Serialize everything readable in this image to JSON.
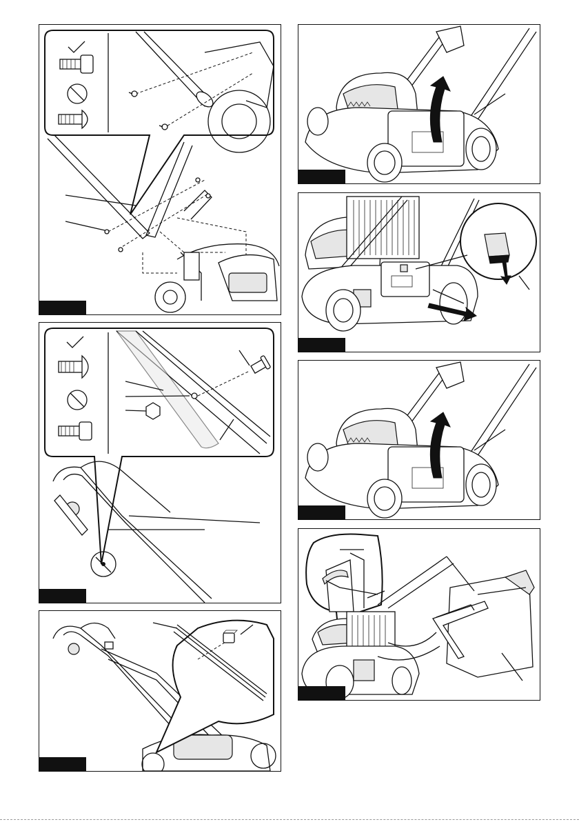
{
  "figures": [
    {
      "id": "fig-1",
      "icons": [
        "check-icon",
        "prohibited-icon"
      ],
      "parts": [
        "handle",
        "bolt",
        "hex-bolt",
        "bracket"
      ]
    },
    {
      "id": "fig-2",
      "icons": [
        "check-icon",
        "prohibited-icon"
      ],
      "parts": [
        "handle",
        "bolt",
        "nut"
      ]
    },
    {
      "id": "fig-3",
      "parts": [
        "handle",
        "cable-clamp"
      ]
    },
    {
      "id": "fig-4",
      "parts": [
        "rear-flap",
        "lift-arrow"
      ]
    },
    {
      "id": "fig-5",
      "parts": [
        "mulching-plug",
        "lever",
        "pull-arrow"
      ]
    },
    {
      "id": "fig-6",
      "parts": [
        "rear-flap",
        "lift-arrow"
      ]
    },
    {
      "id": "fig-7",
      "parts": [
        "grass-basket",
        "frame",
        "hook"
      ]
    }
  ],
  "colors": {
    "line": "#111111",
    "tag": "#111111",
    "fill": "#e6e6e6"
  }
}
